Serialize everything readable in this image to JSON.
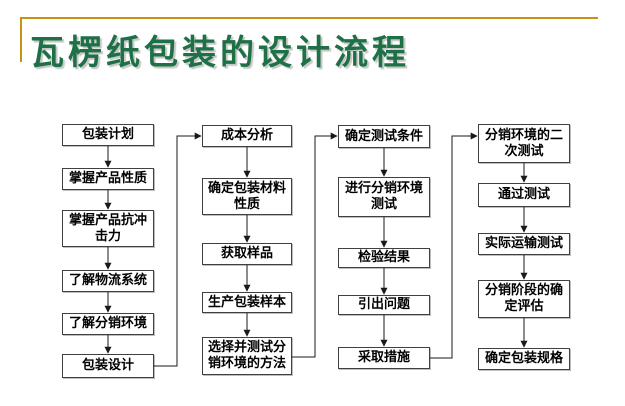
{
  "slide": {
    "title": "瓦楞纸包装的设计流程",
    "colors": {
      "title_green": "#1E7046",
      "rule_gold": "#C4930F",
      "box_border": "#404040",
      "connector": "#1a1a1a",
      "background": "#ffffff"
    }
  },
  "flowchart": {
    "columns": [
      {
        "boxes": [
          "包装计划",
          "掌握产品性质",
          "掌握产品抗冲击力",
          "了解物流系统",
          "了解分销环境",
          "包装设计"
        ]
      },
      {
        "boxes": [
          "成本分析",
          "确定包装材料性质",
          "获取样品",
          "生产包装样本",
          "选择并测试分销环境的方法"
        ]
      },
      {
        "boxes": [
          "确定测试条件",
          "进行分销环境测试",
          "检验结果",
          "引出问题",
          "采取措施"
        ]
      },
      {
        "boxes": [
          "分销环境的二次测试",
          "通过测试",
          "实际运输测试",
          "分销阶段的确定评估",
          "确定包装规格"
        ]
      }
    ]
  }
}
